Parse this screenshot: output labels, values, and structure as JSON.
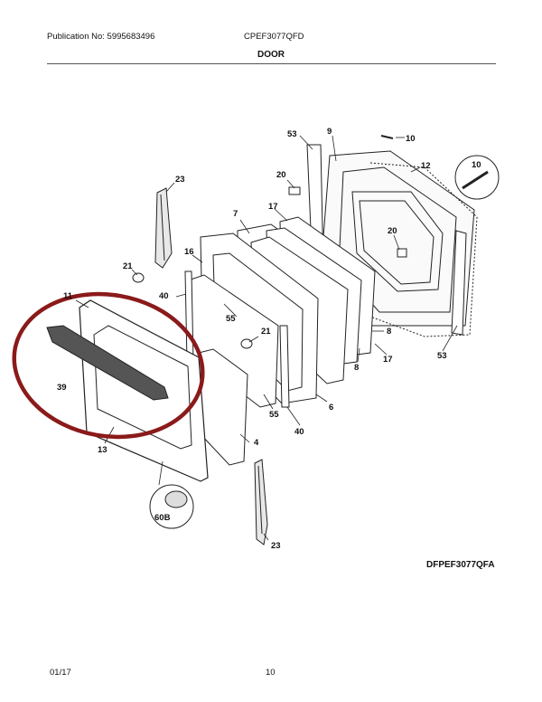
{
  "header": {
    "publication": "Publication No: 5995683496",
    "model": "CPEF3077QFD",
    "section": "DOOR"
  },
  "diagram_id": "DFPEF3077QFA",
  "footer": {
    "date": "01/17",
    "page": "10"
  },
  "callouts": [
    "53",
    "9",
    "10",
    "20",
    "12",
    "10",
    "23",
    "17",
    "7",
    "20",
    "21",
    "16",
    "11",
    "40",
    "55",
    "21",
    "8",
    "17",
    "53",
    "39",
    "8",
    "6",
    "55",
    "40",
    "13",
    "4",
    "60B",
    "23"
  ],
  "highlight_color": "#8b1a1a"
}
